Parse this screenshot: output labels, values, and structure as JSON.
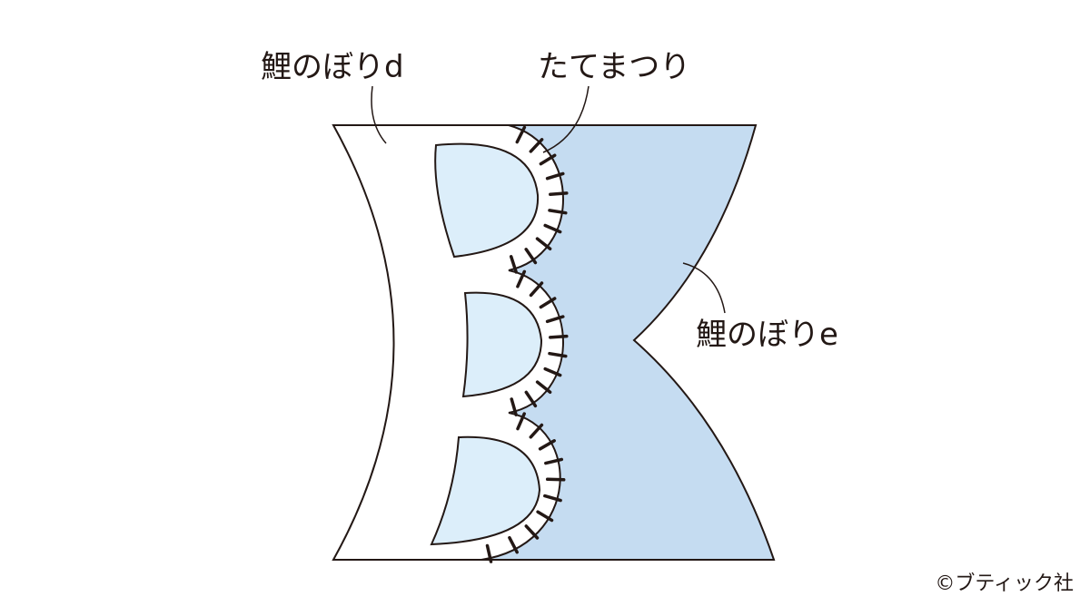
{
  "labels": {
    "piece_d": "鯉のぼりd",
    "stitch": "たてまつり",
    "piece_e": "鯉のぼりe"
  },
  "credit": "©ブティック社",
  "colors": {
    "outline": "#231815",
    "piece_d_fill": "#ffffff",
    "piece_e_fill": "#c5dcf1",
    "scale_fill": "#dceefa",
    "background": "#ffffff"
  }
}
